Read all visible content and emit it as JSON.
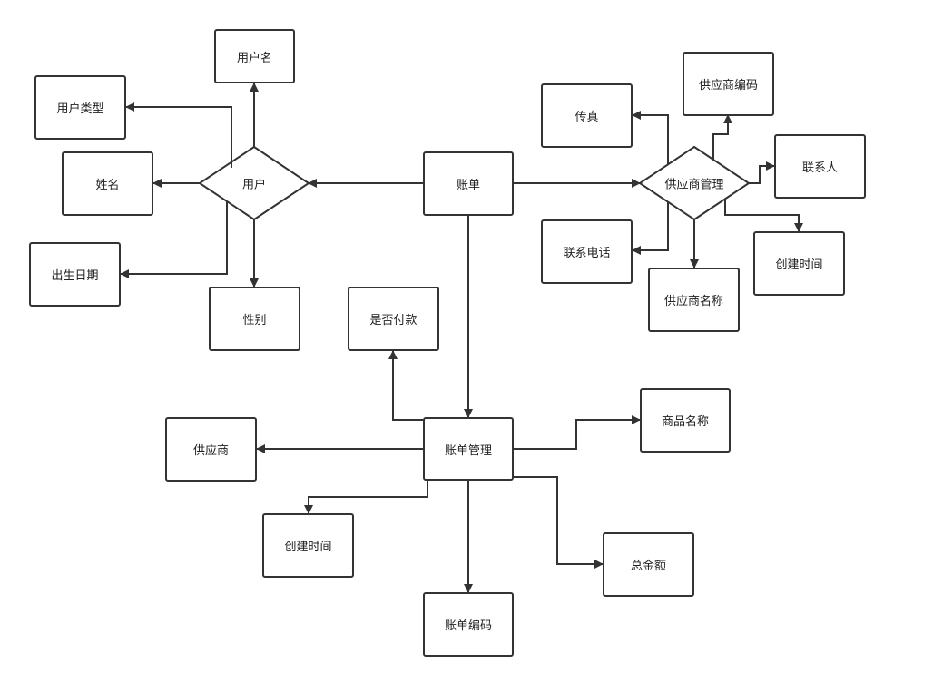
{
  "diagram": {
    "relationships": {
      "user": "用户",
      "supplier_mgmt": "供应商管理"
    },
    "entities": {
      "username": "用户名",
      "user_type": "用户类型",
      "name": "姓名",
      "birthdate": "出生日期",
      "gender": "性别",
      "bill": "账单",
      "is_paid": "是否付款",
      "bill_mgmt": "账单管理",
      "supplier": "供应商",
      "product_name": "商品名称",
      "bill_created_time": "创建时间",
      "total_amount": "总金额",
      "bill_code": "账单编码",
      "fax": "传真",
      "supplier_code": "供应商编码",
      "contact": "联系人",
      "phone": "联系电话",
      "supplier_name": "供应商名称",
      "supplier_created_time": "创建时间"
    }
  }
}
